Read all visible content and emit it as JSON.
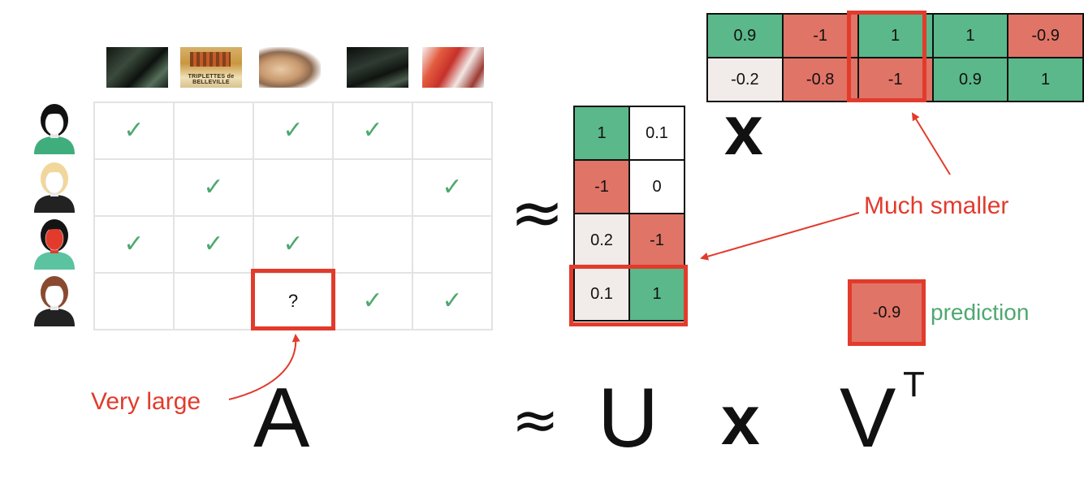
{
  "colors": {
    "green": "#5ab88a",
    "red": "#e07466",
    "light": "#f1ecea",
    "white": "#ffffff",
    "accent_red": "#e23b2c",
    "check_green": "#4ea86f"
  },
  "posters": [
    {
      "name": "movie-1-poster",
      "caption": ""
    },
    {
      "name": "movie-2-poster",
      "caption": "TRIPLETTES de BELLEVILLE"
    },
    {
      "name": "movie-3-poster",
      "caption": ""
    },
    {
      "name": "movie-4-poster",
      "caption": ""
    },
    {
      "name": "movie-5-poster",
      "caption": ""
    }
  ],
  "users": [
    {
      "hair": "#111111",
      "shirt": "#3fae7c",
      "face": "#ffffff"
    },
    {
      "hair": "#f2d79b",
      "shirt": "#222222",
      "face": "#ffffff"
    },
    {
      "hair": "#141414",
      "shirt": "#5cc3a0",
      "face": "#e23b2c"
    },
    {
      "hair": "#8a4a30",
      "shirt": "#222222",
      "face": "#ffffff"
    }
  ],
  "ratings_matrix": {
    "rows": [
      [
        "check",
        "",
        "check",
        "check",
        ""
      ],
      [
        "",
        "check",
        "",
        "",
        "check"
      ],
      [
        "check",
        "check",
        "check",
        "",
        ""
      ],
      [
        "",
        "",
        "?",
        "check",
        "check"
      ]
    ],
    "check_symbol": "✓"
  },
  "u_matrix": {
    "values": [
      [
        "1",
        "0.1"
      ],
      [
        "-1",
        "0"
      ],
      [
        "0.2",
        "-1"
      ],
      [
        "0.1",
        "1"
      ]
    ],
    "colors": [
      [
        "green",
        "white"
      ],
      [
        "red",
        "white"
      ],
      [
        "light",
        "red"
      ],
      [
        "light",
        "green"
      ]
    ]
  },
  "vt_matrix": {
    "values": [
      [
        "0.9",
        "-1",
        "1",
        "1",
        "-0.9"
      ],
      [
        "-0.2",
        "-0.8",
        "-1",
        "0.9",
        "1"
      ]
    ],
    "colors": [
      [
        "green",
        "red",
        "green",
        "green",
        "red"
      ],
      [
        "light",
        "red",
        "red",
        "green",
        "green"
      ]
    ]
  },
  "prediction": {
    "value": "-0.9",
    "label": "prediction"
  },
  "labels": {
    "very_large": "Very large",
    "much_smaller": "Much smaller",
    "x_symbol": "x",
    "approx_symbol": "≈"
  },
  "equation": {
    "a": "A",
    "approx": "≈",
    "u": "U",
    "x": "x",
    "v": "V",
    "t": "T"
  }
}
